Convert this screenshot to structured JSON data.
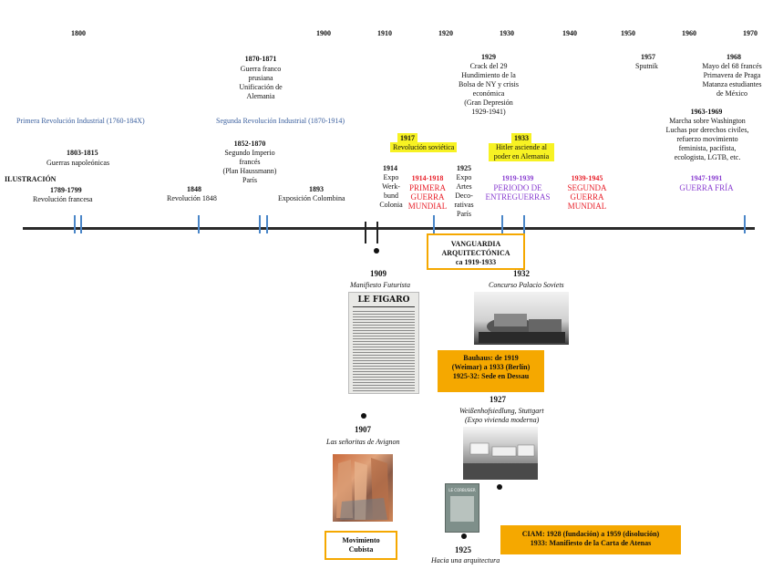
{
  "decades": {
    "d1800": "1800",
    "d1900": "1900",
    "d1910": "1910",
    "d1920": "1920",
    "d1930": "1930",
    "d1940": "1940",
    "d1950": "1950",
    "d1960": "1960",
    "d1970": "1970"
  },
  "periods": {
    "first_revolution": "Primera Revolución Industrial (1760-184X)",
    "second_revolution": "Segunda Revolución Industrial (1870-1914)"
  },
  "ilustracion": {
    "title": "ILUSTRACIÓN",
    "year": "1789-1799",
    "text": "Revolución francesa"
  },
  "napoleon": {
    "year": "1803-1815",
    "text": "Guerras napoleónicas"
  },
  "e1848": {
    "year": "1848",
    "text": "Revolución 1848"
  },
  "e1852": {
    "year": "1852-1870",
    "lines": [
      "Segundo Imperio",
      "francés",
      "(Plan Haussmann)",
      "París"
    ]
  },
  "e1870": {
    "year": "1870-1871",
    "lines": [
      "Guerra franco",
      "prusiana",
      "Unificación de",
      "Alemania"
    ]
  },
  "e1893": {
    "year": "1893",
    "text": "Exposición Colombina"
  },
  "e1914expo": {
    "year": "1914",
    "lines": [
      "Expo",
      "Werk-",
      "bund",
      "Colonia"
    ]
  },
  "ww1": {
    "year": "1914-1918",
    "lines": [
      "PRIMERA",
      "GUERRA",
      "MUNDIAL"
    ]
  },
  "e1917": {
    "year": "1917",
    "text": "Revolución soviética"
  },
  "e1925expo": {
    "year": "1925",
    "lines": [
      "Expo",
      "Artes",
      "Deco-",
      "rativas",
      "París"
    ]
  },
  "e1929": {
    "year": "1929",
    "lines": [
      "Crack del 29",
      "Hundimiento de la",
      "Bolsa de NY y crisis",
      "económica",
      "(Gran Depresión",
      "1929-1941)"
    ]
  },
  "e1933": {
    "year": "1933",
    "lines": [
      "Hitler asciende al",
      "poder en Alemania"
    ]
  },
  "interwar": {
    "year": "1919-1939",
    "lines": [
      "PERIODO DE",
      "ENTREGUERRAS"
    ]
  },
  "ww2": {
    "year": "1939-1945",
    "lines": [
      "SEGUNDA",
      "GUERRA",
      "MUNDIAL"
    ]
  },
  "sputnik": {
    "year": "1957",
    "text": "Sputnik"
  },
  "e1968": {
    "year": "1968",
    "lines": [
      "Mayo del 68 francés",
      "Primavera de Praga",
      "Matanza estudiantes",
      "de México"
    ]
  },
  "e1963": {
    "year": "1963-1969",
    "lines": [
      "Marcha sobre Washington",
      "Luchas por derechos civiles,",
      "refuerzo movimiento",
      "feminista, pacifista,",
      "ecologista, LGTB, etc."
    ]
  },
  "coldwar": {
    "year": "1947-1991",
    "text": "GUERRA FRÍA"
  },
  "vanguardia": {
    "lines": [
      "VANGUARDIA",
      "ARQUITECTÓNICA",
      "ca 1919-1933"
    ]
  },
  "futurist": {
    "year": "1909",
    "caption": "Manifiesto Futurista",
    "newspaper": "LE FIGARO"
  },
  "soviets": {
    "year": "1932",
    "caption": "Concurso Palacio Soviets"
  },
  "bauhaus": {
    "lines": [
      "Bauhaus: de 1919",
      "(Weimar) a 1933 (Berlín)",
      "1925-32: Sede en Dessau"
    ]
  },
  "weissenhof": {
    "year": "1927",
    "caption1": "Weißenhofsiedlung, Stuttgart",
    "caption2": "(Expo vivienda moderna)"
  },
  "avignon": {
    "year": "1907",
    "caption": "Las señoritas de Avignon"
  },
  "cubism": {
    "lines": [
      "Movimiento",
      "Cubista"
    ]
  },
  "hacia": {
    "year": "1925",
    "caption": "Hacia una arquitectura",
    "cover": "LE CORBUSIER"
  },
  "ciam": {
    "lines": [
      "CIAM: 1928 (fundación) a 1959 (disolución)",
      "1933: Manifiesto de la Carta de Atenas"
    ]
  },
  "colors": {
    "accent": "#f5a800",
    "highlight": "#f7f223",
    "red": "#e8202a",
    "purple": "#8a3fd1",
    "blue": "#3a5f9e",
    "tick": "#4a86c8"
  }
}
